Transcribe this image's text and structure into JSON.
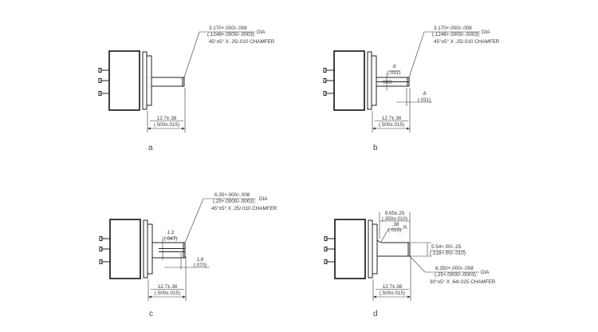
{
  "panels": {
    "a": {
      "label": "a",
      "dia_top": "3.170+.000/-.008",
      "dia_bottom": "(.1248+.0000/-.0003)",
      "dia": "DIA",
      "chamfer": "45°±5° X .25/.010 CHAMFER",
      "len_top": "12.7±.38",
      "len_bottom": "(.500±.015)"
    },
    "b": {
      "label": "b",
      "dia_top": "3.170+.000/-.008",
      "dia_bottom": "(.1248+.0000/-.0003)",
      "dia": "DIA",
      "chamfer": "45°±5° X .25/.010 CHAMFER",
      "slot_w_top": ".8",
      "slot_w_bottom": "(.031)",
      "slot_d_top": ".8",
      "slot_d_bottom": "(.031)",
      "len_top": "12.7±.38",
      "len_bottom": "(.500±.015)"
    },
    "c": {
      "label": "c",
      "dia_top": "6.35+.000/-.008",
      "dia_bottom": "(.25+.0000/-.0003)",
      "dia": "DIA",
      "chamfer": "45°±5° X .25/.010 CHAMFER",
      "slot_w_top": "1.2",
      "slot_w_bottom": "(.047)",
      "slot_d_top": "1.8",
      "slot_d_bottom": "(.070)",
      "len_top": "12.7±.38",
      "len_bottom": "(.500±.015)"
    },
    "d": {
      "label": "d",
      "flat_len_top": "9.65±.25",
      "flat_len_bottom": "(.350±.010)",
      "radius_top": ".38",
      "radius_bottom": "(.015)",
      "radius_suffix": "R",
      "flat_top": "5.54+.00/-.25",
      "flat_bottom": "(.218+.00/-.010)",
      "dia_top": "6.350+.000/-.008",
      "dia_bottom": "(.25+.0000/-.0003)",
      "dia": "DIA",
      "chamfer": "30°±5° X .64/.025 CHAMFER",
      "len_top": "12.7±.38",
      "len_bottom": "(.500±.015)"
    }
  }
}
